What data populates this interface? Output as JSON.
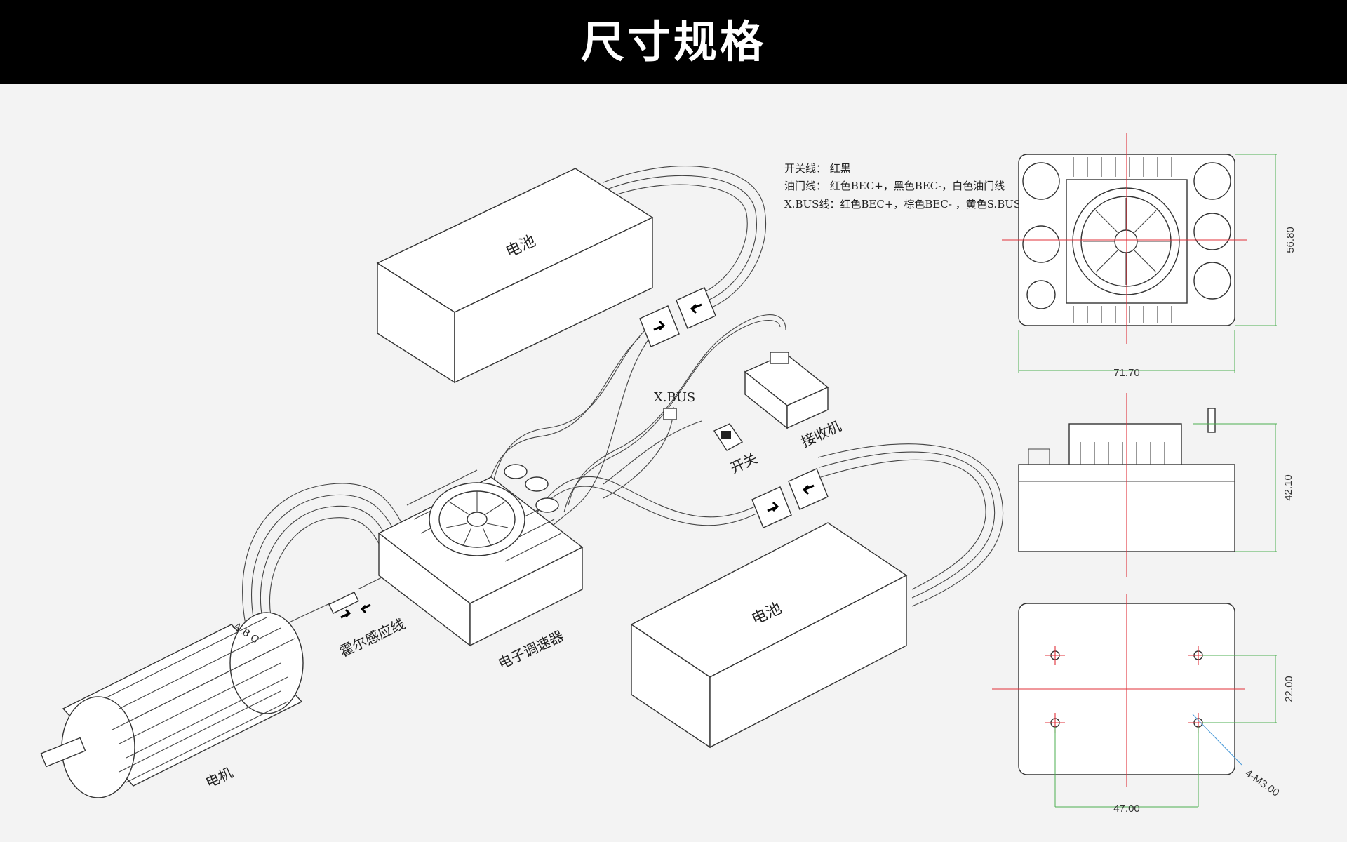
{
  "header": {
    "title": "尺寸规格"
  },
  "notes": {
    "switch_wire": "开关线： 红黑",
    "throttle_wire": "油门线： 红色BEC+，黑色BEC-，白色油门线",
    "xbus_wire": "X.BUS线：红色BEC+，棕色BEC- ，黄色S.BUS"
  },
  "labels": {
    "battery_top": "电池",
    "battery_bottom": "电池",
    "xbus": "X.BUS",
    "receiver": "接收机",
    "switch": "开关",
    "esc": "电子调速器",
    "hall_wire": "霍尔感应线",
    "motor": "电机",
    "phase_letters": "A B C"
  },
  "dimensions": {
    "height_top": "56.80",
    "width_top": "71.70",
    "height_side": "42.10",
    "hole_spacing_v": "22.00",
    "hole_spacing_h": "47.00",
    "screw_spec": "4-M3.00"
  },
  "colors": {
    "header_bg": "#000000",
    "background": "#f3f3f3",
    "centerline": "#e0303a",
    "dimline": "#4caf50"
  }
}
